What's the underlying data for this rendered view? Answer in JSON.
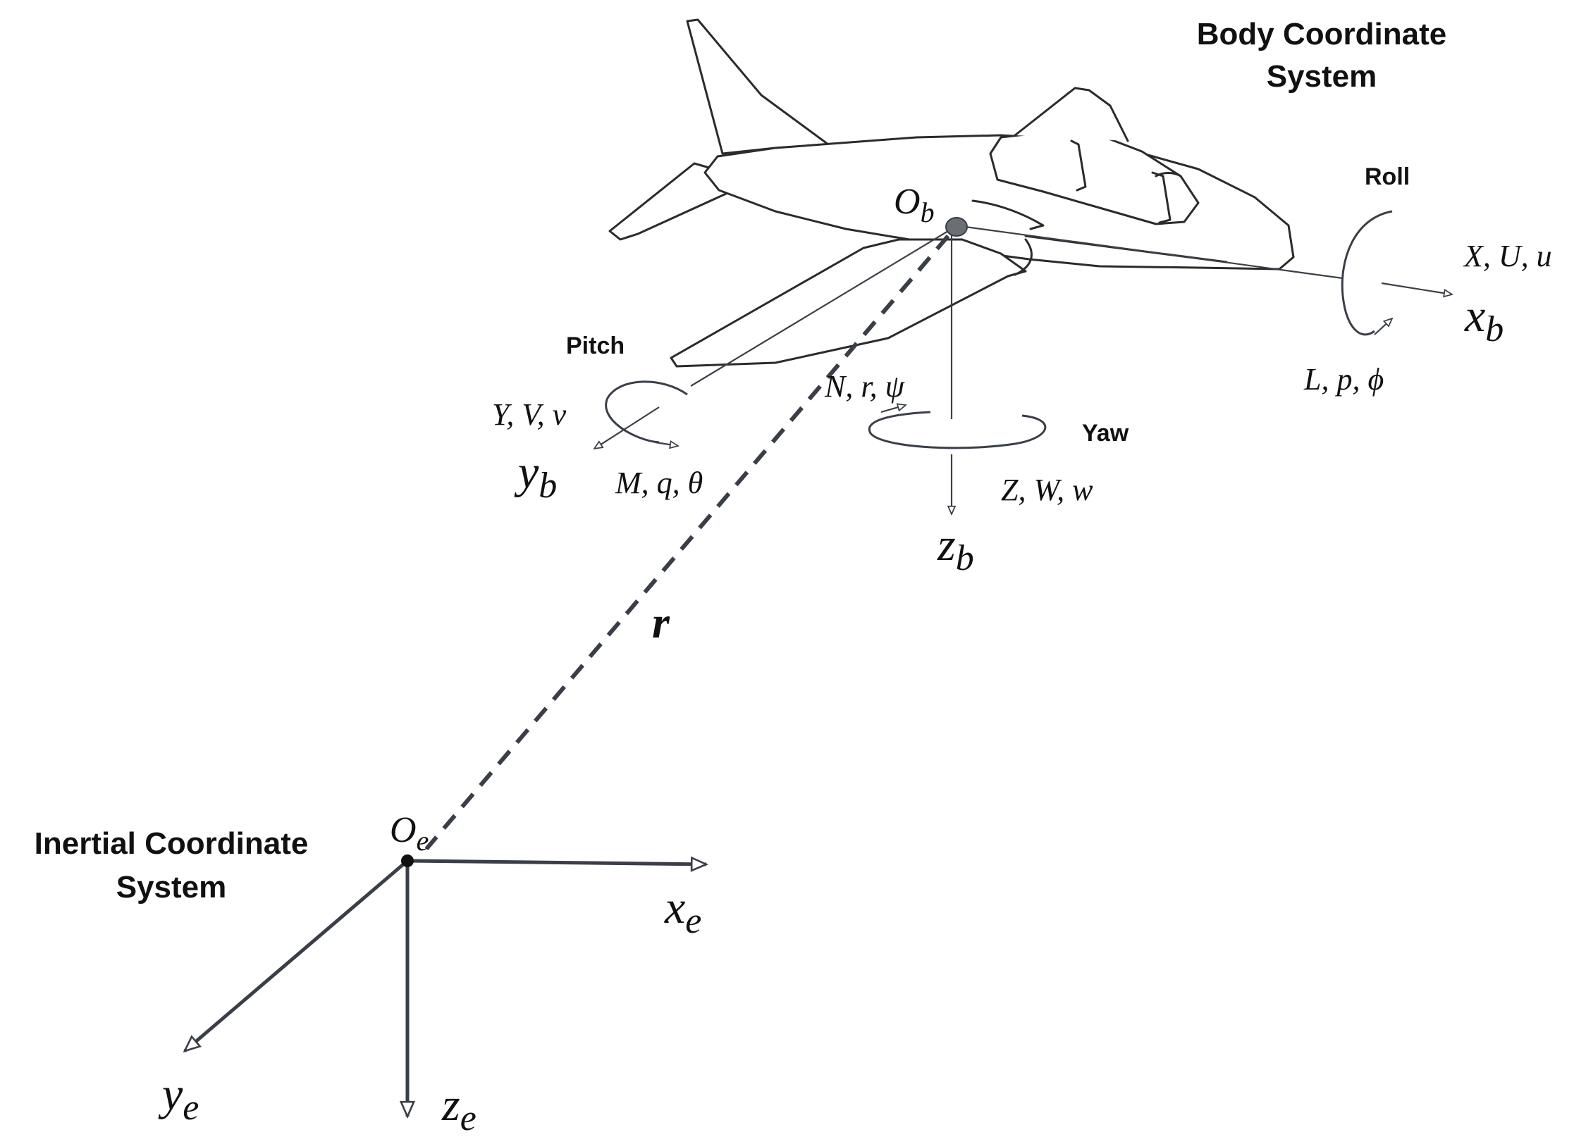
{
  "titles": {
    "body": [
      "Body Coordinate",
      "System"
    ],
    "inertial": [
      "Inertial Coordinate",
      "System"
    ]
  },
  "rotations": {
    "roll": "Roll",
    "pitch": "Pitch",
    "yaw": "Yaw"
  },
  "body_axes": {
    "x": {
      "base": "x",
      "sub": "b",
      "label": "X, U, u",
      "moment": "L, p, ϕ"
    },
    "y": {
      "base": "y",
      "sub": "b",
      "label": "Y, V, v",
      "moment": "M, q, θ"
    },
    "z": {
      "base": "z",
      "sub": "b",
      "label": "Z, W, w",
      "moment": "N, r, ψ"
    }
  },
  "origins": {
    "body": {
      "base": "O",
      "sub": "b"
    },
    "inertial": {
      "base": "O",
      "sub": "e"
    }
  },
  "inertial_axes": {
    "x": {
      "base": "x",
      "sub": "e"
    },
    "y": {
      "base": "y",
      "sub": "e"
    },
    "z": {
      "base": "z",
      "sub": "e"
    }
  },
  "position_vector": "r",
  "colors": {
    "axis": "#3a3f47",
    "aircraft_outline": "#2b2b2b",
    "text": "#111111"
  }
}
